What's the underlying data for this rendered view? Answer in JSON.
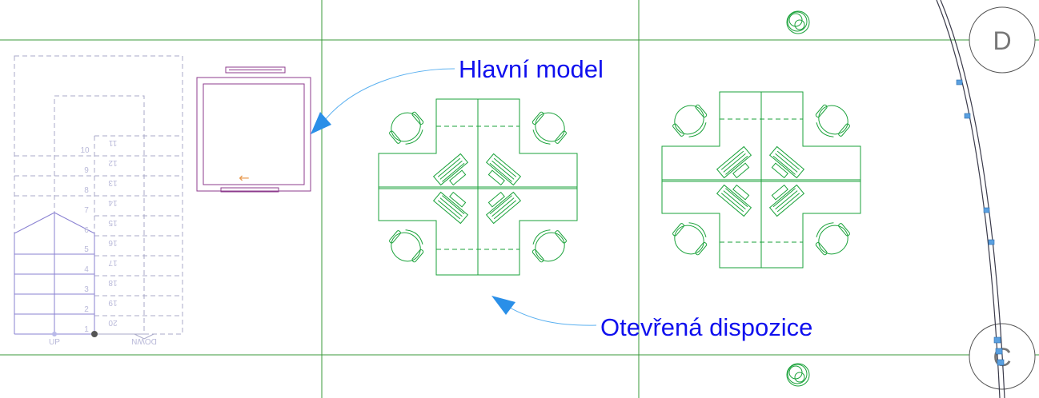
{
  "callouts": {
    "main_model": "Hlavní model",
    "open_layout": "Otevřená dispozice"
  },
  "grid_tags": {
    "d": "D",
    "c": "C"
  },
  "stair": {
    "up_label": "UP",
    "down_label": "DOWN",
    "up_steps": [
      "1",
      "2",
      "3",
      "4",
      "5",
      "6",
      "7",
      "8",
      "9",
      "10"
    ],
    "down_steps": [
      "11",
      "12",
      "13",
      "14",
      "15",
      "16",
      "17",
      "18",
      "19",
      "20"
    ]
  },
  "colors": {
    "gridlines": "#3a9a3a",
    "callout_text": "#1010ee",
    "callout_arrow": "#2a8fe8",
    "furniture": "#1aa23a",
    "room": "#8d3b8d",
    "stair": "#8a82d2",
    "hidden_lines": "#a9a9c9",
    "window": "#5aa0e0"
  }
}
